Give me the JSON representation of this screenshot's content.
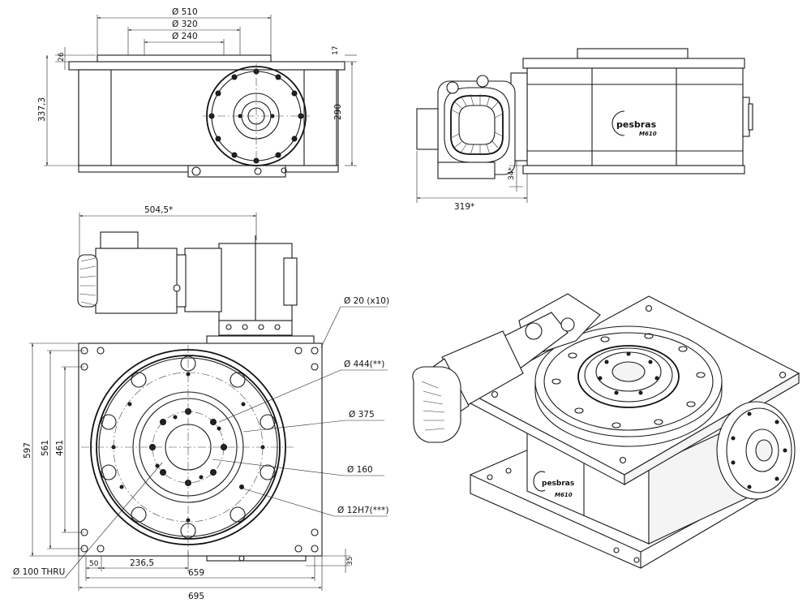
{
  "top_view_dims": {
    "d510": "Ø 510",
    "d320": "Ø 320",
    "d240": "Ø 240",
    "h26": "26",
    "h17": "17",
    "h337": "337,3",
    "h290": "290"
  },
  "side_view_dims": {
    "w319": "319*",
    "h34": "34*"
  },
  "motor_view_dims": {
    "w504": "504,5*"
  },
  "plan_view_dims": {
    "d20": "Ø 20 (x10)",
    "d444": "Ø 444(**)",
    "d375": "Ø 375",
    "d160": "Ø 160",
    "d12h7": "Ø 12H7(***)",
    "d100": "Ø 100 THRU",
    "w50": "50",
    "w236": "236,5",
    "w659": "659",
    "w695": "695",
    "h597": "597",
    "h561": "561",
    "h461": "461",
    "h35": "35"
  },
  "brand": {
    "name": "pesbras",
    "model": "M610"
  }
}
